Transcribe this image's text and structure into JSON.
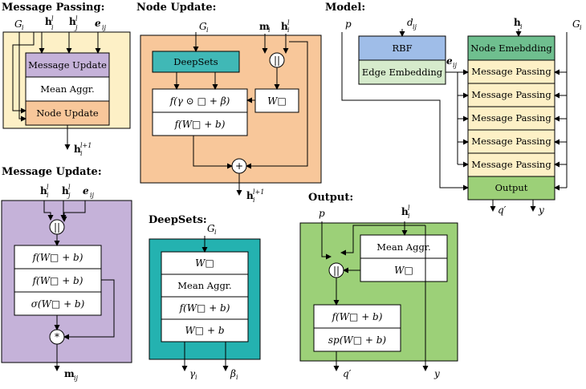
{
  "titles": {
    "message_passing": "Message Passing:",
    "node_update": "Node Update:",
    "model": "Model:",
    "message_update": "Message Update:",
    "deepsets": "DeepSets:",
    "output": "Output:"
  },
  "message_passing": {
    "inputs": [
      "G",
      "h",
      "h",
      "e"
    ],
    "blocks": [
      "Message Update",
      "Mean Aggr.",
      "Node Update"
    ],
    "output": "h"
  },
  "node_update": {
    "inputs": [
      "G",
      "m",
      "h"
    ],
    "deepsets": "DeepSets",
    "film": "f(γ ⊙ □ + β)",
    "mlp": "f(W□ + b)",
    "linear": "W□",
    "concat": "||",
    "add": "+",
    "output": "h"
  },
  "model": {
    "inputs": [
      "p",
      "d",
      "h",
      "G"
    ],
    "rbf": "RBF",
    "edge_embedding": "Edge Embedding",
    "edge_label": "e",
    "node_embedding": "Node Emebdding",
    "message_passing": [
      "Message Passing",
      "Message Passing",
      "Message Passing",
      "Message Passing",
      "Message Passing"
    ],
    "output": "Output",
    "outputs": [
      "q′",
      "y"
    ]
  },
  "message_update": {
    "inputs": [
      "h",
      "h",
      "e"
    ],
    "concat": "||",
    "blocks": [
      "f(W□ + b)",
      "f(W□ + b)",
      "σ(W□ + b)"
    ],
    "mult": "*",
    "output": "m"
  },
  "deepsets": {
    "input": "G",
    "blocks": [
      "W□",
      "Mean Aggr.",
      "f(W□ + b)",
      "W□ + b"
    ],
    "outputs": [
      "γ",
      "β"
    ]
  },
  "output": {
    "inputs": [
      "p",
      "h"
    ],
    "inner": [
      "Mean Aggr.",
      "W□"
    ],
    "concat": "||",
    "blocks": [
      "f(W□ + b)",
      "sp(W□ + b)"
    ],
    "outputs": [
      "q′",
      "y"
    ]
  },
  "colors": {
    "mp_bg": "#fdf0c6",
    "purple": "#c5b2d9",
    "orange": "#f8c79a",
    "teal": "#24b2b0",
    "green": "#9cd078",
    "blue": "#9fbde8",
    "lightgreen": "#d6ebcc",
    "darkgreen": "#6fbf8f",
    "deepsets_fill": "#40b8b6"
  }
}
